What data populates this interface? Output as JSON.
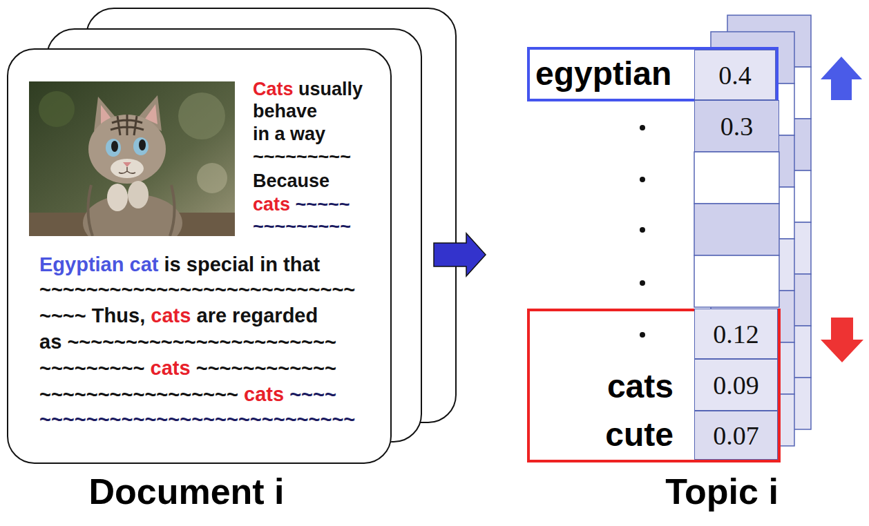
{
  "diagram": {
    "nodes": [
      {
        "text": [
          "Cats",
          "usually",
          "behave",
          "in a way",
          "~~~~~~~~~",
          "Because",
          "cats",
          "~~~~~",
          "~~~~~~~~~",
          "Egyptian cat",
          "is special in that",
          "~~~~~~~~~~~~~~~~~~~~~~~~~~~",
          "~~~~",
          "Thus,",
          "cats",
          "are regarded",
          "as",
          "~~~~~~~~~~~~~~~~~~~~~~~",
          "~~~~~~~~~",
          "cats",
          "~~~~~~~~~~~~",
          "~~~~~~~~~~~~~~~~~",
          "cats",
          "~~~~",
          "~~~~~~~~~~~~~~~~~~~~~~~~~~~"
        ]
      },
      {
        "text": [
          "egyptian"
        ]
      },
      {
        "text": [
          "0.4"
        ],
        "in": 1
      },
      {
        "text": [
          "0.3"
        ]
      },
      {
        "text": [
          "cats",
          "cute"
        ]
      },
      {
        "text": [
          "0.12"
        ],
        "in": 4
      },
      {
        "text": [
          "0.09"
        ],
        "in": 4
      },
      {
        "text": [
          "0.07"
        ],
        "in": 4
      }
    ],
    "labels": [
      "Document i",
      "Topic i"
    ]
  }
}
